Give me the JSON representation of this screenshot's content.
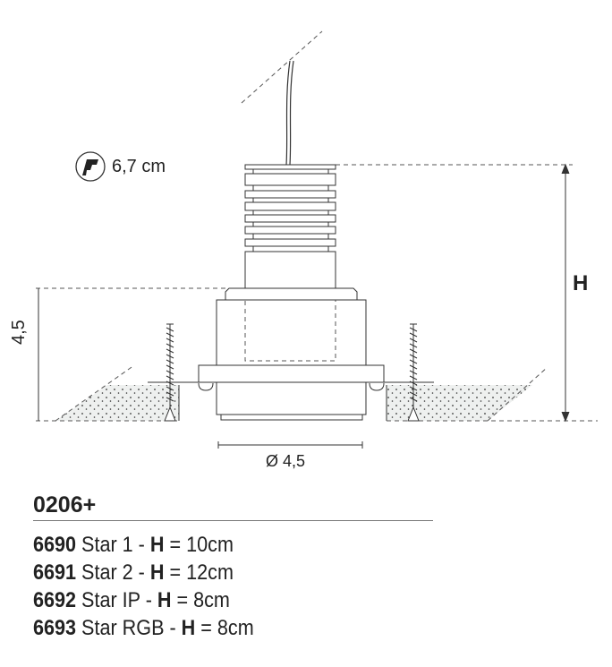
{
  "diagram": {
    "cut_size_label": "6,7 cm",
    "height_label": "H",
    "recess_depth_label": "4,5",
    "diameter_label": "Ø 4,5"
  },
  "product": {
    "code": "0206+",
    "variants": [
      {
        "code": "6690",
        "name": "Star 1 -",
        "h_label": "H",
        "value": "= 10cm"
      },
      {
        "code": "6691",
        "name": "Star 2 -",
        "h_label": "H",
        "value": "= 12cm"
      },
      {
        "code": "6692",
        "name": "Star IP -",
        "h_label": "H",
        "value": "= 8cm"
      },
      {
        "code": "6693",
        "name": "Star RGB -",
        "h_label": "H",
        "value": "= 8cm"
      }
    ]
  }
}
